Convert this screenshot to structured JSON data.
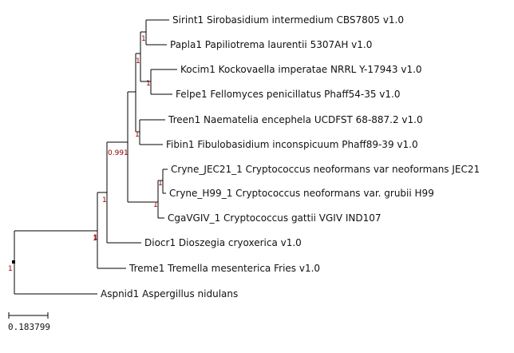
{
  "tree": {
    "leaves": [
      {
        "id": "sirint1",
        "label": "Sirint1 Sirobasidium intermedium CBS7805 v1.0"
      },
      {
        "id": "papla1",
        "label": "Papla1 Papiliotrema laurentii 5307AH v1.0"
      },
      {
        "id": "kocim1",
        "label": "Kocim1 Kockovaella imperatae NRRL Y-17943 v1.0"
      },
      {
        "id": "felpe1",
        "label": "Felpe1 Fellomyces penicillatus Phaff54-35 v1.0"
      },
      {
        "id": "treen1",
        "label": "Treen1 Naematelia encephela UCDFST 68-887.2 v1.0"
      },
      {
        "id": "fibin1",
        "label": "Fibin1 Fibulobasidium inconspicuum Phaff89-39 v1.0"
      },
      {
        "id": "cryne_jec21",
        "label": "Cryne_JEC21_1 Cryptococcus neoformans var neoformans JEC21"
      },
      {
        "id": "cryne_h99",
        "label": "Cryne_H99_1 Cryptococcus neoformans var. grubii H99"
      },
      {
        "id": "cgavgiv",
        "label": "CgaVGIV_1 Cryptococcus gattii VGIV IND107"
      },
      {
        "id": "diocr1",
        "label": "Diocr1 Dioszegia cryoxerica v1.0"
      },
      {
        "id": "treme1",
        "label": "Treme1 Tremella mesenterica Fries v1.0"
      },
      {
        "id": "aspnid1",
        "label": "Aspnid1 Aspergillus nidulans"
      }
    ],
    "supports": [
      {
        "node": "sirint-papla",
        "value": "1"
      },
      {
        "node": "kocim-felpe",
        "value": "1"
      },
      {
        "node": "sirint-felpe-clade",
        "value": "1"
      },
      {
        "node": "treen-fibin",
        "value": "1"
      },
      {
        "node": "tremellales-core",
        "value": "0.991"
      },
      {
        "node": "cryne-pair",
        "value": "1"
      },
      {
        "node": "cryptococcus",
        "value": "1"
      },
      {
        "node": "ingroup-core",
        "value": "1"
      },
      {
        "node": "with-diocr",
        "value": "1"
      },
      {
        "node": "with-treme",
        "value": "1"
      },
      {
        "node": "root",
        "value": "1"
      }
    ],
    "scale_bar": {
      "value": "0.183799"
    }
  }
}
